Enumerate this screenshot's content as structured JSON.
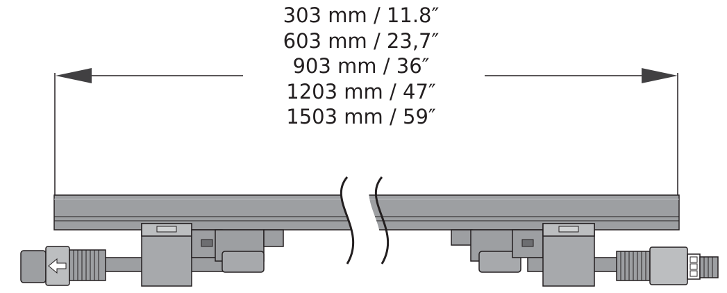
{
  "diagram": {
    "dimension_labels": [
      "303 mm / 11.8″",
      "603 mm / 23,7″",
      "903 mm / 36″",
      "1203 mm / 47″",
      "1503 mm / 59″"
    ],
    "colors": {
      "body": "#9d9fa2",
      "body_dark": "#6d6e71",
      "line": "#231f20",
      "clip": "#a7a9ac"
    },
    "icons": [
      "arrow-left-icon",
      "arrow-right-icon",
      "break-mark-icon",
      "connector-female-icon",
      "connector-male-icon"
    ]
  }
}
